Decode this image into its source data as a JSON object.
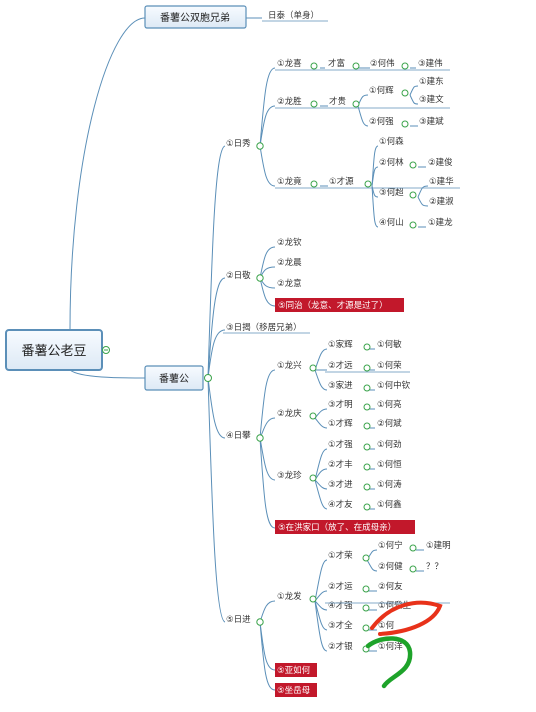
{
  "root": "番薯公老豆",
  "top": {
    "label": "番薯公双胞兄弟",
    "child": "日泰（单身）"
  },
  "main": "番薯公",
  "branches": {
    "b1": {
      "label": "①日秀",
      "c1": {
        "label": "①龙喜",
        "g": "才富",
        "gg": "②何伟",
        "ggg": "③建伟"
      },
      "c2": {
        "label": "②龙胜",
        "g": "才贵",
        "gg1": "①何辉",
        "ggg1a": "①建东",
        "ggg1b": "③建文",
        "gg2": "②何强",
        "ggg2": "③建斌"
      },
      "c3": {
        "label": "①龙竟",
        "g": "①才源",
        "gg1": "①何森",
        "gg2": "②何林",
        "ggg2": "②建俊",
        "gg3": "③何超",
        "ggg3a": "①建华",
        "ggg3b": "②建淑",
        "gg4": "④何山",
        "ggg4": "①建龙"
      }
    },
    "b2": {
      "label": "②日敬",
      "items": [
        "②龙钦",
        "②龙晨",
        "②龙意"
      ],
      "note": "⑤同治（龙意、才源是过了）"
    },
    "b3": {
      "label": "③日揭（移居兄弟）"
    },
    "b4": {
      "label": "④日攀",
      "c1": {
        "label": "①龙兴",
        "rows": [
          [
            "①家辉",
            "①何敏"
          ],
          [
            "②才远",
            "①何荣"
          ],
          [
            "③家进",
            "①何中钦"
          ]
        ]
      },
      "c2": {
        "label": "②龙庆",
        "rows": [
          [
            "③才明",
            "①何亮"
          ],
          [
            "①才辉",
            "②何斌"
          ]
        ]
      },
      "c3": {
        "label": "③龙珍",
        "rows": [
          [
            "①才强",
            "①何劲"
          ],
          [
            "②才丰",
            "①何恒"
          ],
          [
            "③才进",
            "①何涛"
          ],
          [
            "④才友",
            "①何鑫"
          ]
        ]
      },
      "note": "⑤在洪家口（放了、在成母亲）"
    },
    "b5": {
      "label": "⑤日进",
      "c1": {
        "label": "①龙发",
        "g1": "①才荣",
        "gg1a": "①何宁",
        "ggg1a": "①建明",
        "gg1b": "②何健",
        "ggg1b": "？？",
        "g2": "②才运",
        "gg2": "②何友",
        "g3": "④才强",
        "gg3": "①何登生",
        "g4": "③才全",
        "gg4": "①何",
        "g5": "②才银",
        "gg5": "①何洋"
      },
      "note1": "⑤亚如何",
      "note2": "⑤坐岳母"
    }
  }
}
